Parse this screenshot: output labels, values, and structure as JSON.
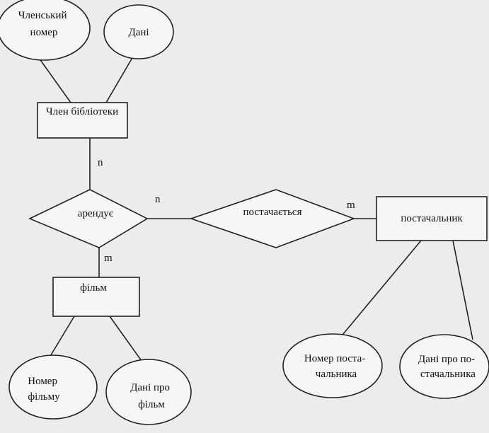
{
  "entities": {
    "member": "Член бібліотеки",
    "film": "фільм",
    "supplier": "постачальник"
  },
  "relationships": {
    "rents": "арендує",
    "supplied": "постачається"
  },
  "attributes": {
    "member_number": [
      "Членський",
      "номер"
    ],
    "member_data": [
      "Дані"
    ],
    "film_number": [
      "Номер",
      "фільму"
    ],
    "film_data": [
      "Дані про",
      "фільм"
    ],
    "supplier_number": [
      "Номер поста-",
      "чальника"
    ],
    "supplier_data": [
      "Дані про по-",
      "стачальника"
    ]
  },
  "cardinalities": {
    "member_rents": "n",
    "rents_supplied": "n",
    "rents_film": "m",
    "supplied_supplier": "m"
  }
}
